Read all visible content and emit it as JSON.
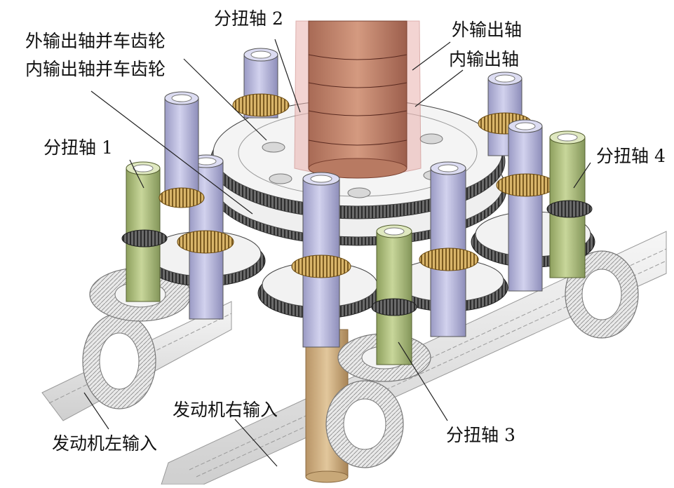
{
  "labels": {
    "shaft2": "分扭轴 2",
    "outer_gear": "外输出轴并车齿轮",
    "inner_gear": "内输出轴并车齿轮",
    "outer_shaft": "外输出轴",
    "inner_shaft": "内输出轴",
    "shaft1": "分扭轴 1",
    "shaft4": "分扭轴 4",
    "engine_right": "发动机右输入",
    "engine_left": "发动机左输入",
    "shaft3": "分扭轴 3"
  },
  "colors": {
    "main_shaft": "#c8826a",
    "main_shaft_glass": "#e7a8a4",
    "gear_plate": "#f2f2f2",
    "gear_teeth": "#555555",
    "lavender_shaft": "#b8b8dc",
    "green_shaft": "#a9bb78",
    "brass_gear": "#c9a45a",
    "dark_ring": "#3a3a3a",
    "bevel_gear": "#bbbbbb",
    "input_pipe": "#e8e8e8",
    "bronze_column": "#c9a878"
  }
}
